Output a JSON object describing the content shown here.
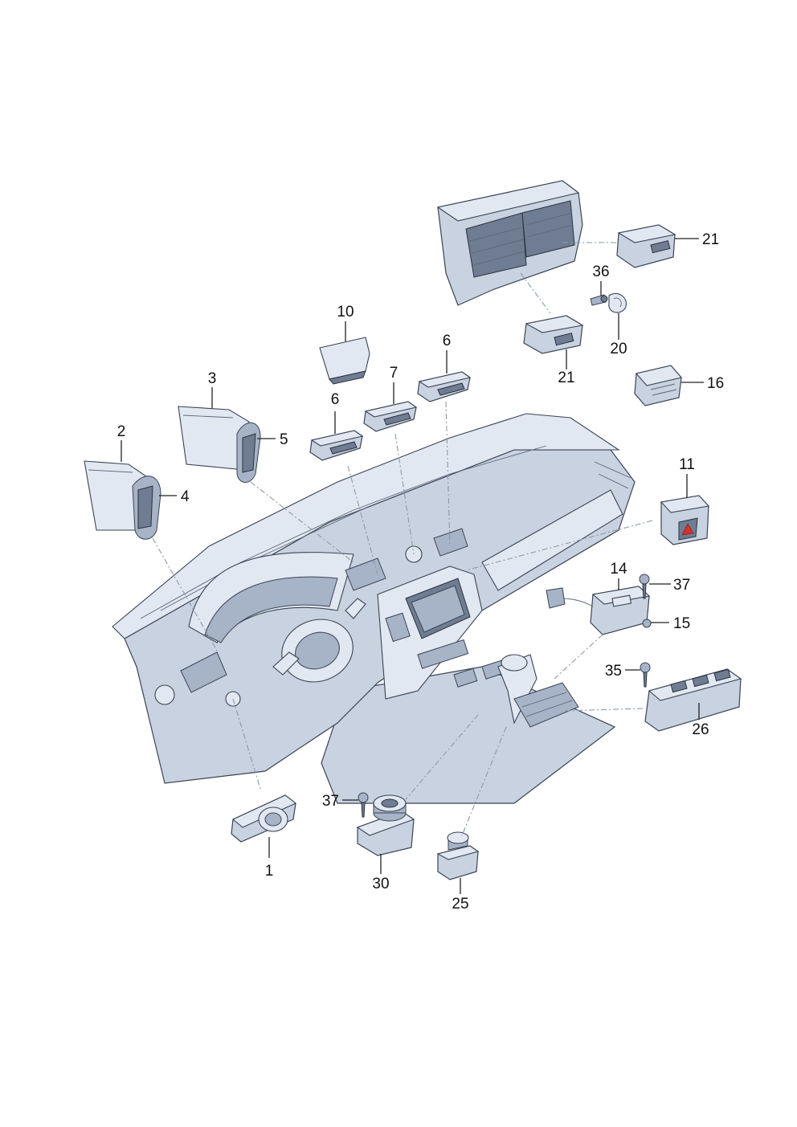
{
  "diagram": {
    "callouts": {
      "c1": "1",
      "c2": "2",
      "c3": "3",
      "c4": "4",
      "c5": "5",
      "c6a": "6",
      "c6b": "6",
      "c7": "7",
      "c10": "10",
      "c11": "11",
      "c14": "14",
      "c15": "15",
      "c16": "16",
      "c20": "20",
      "c21a": "21",
      "c21b": "21",
      "c25": "25",
      "c26": "26",
      "c30": "30",
      "c35": "35",
      "c36": "36",
      "c37a": "37",
      "c37b": "37"
    },
    "colors": {
      "part_fill": "#c9d2e0",
      "part_outline": "#3b4454",
      "dash_line": "#8a9aac",
      "label_text": "#111111"
    }
  }
}
